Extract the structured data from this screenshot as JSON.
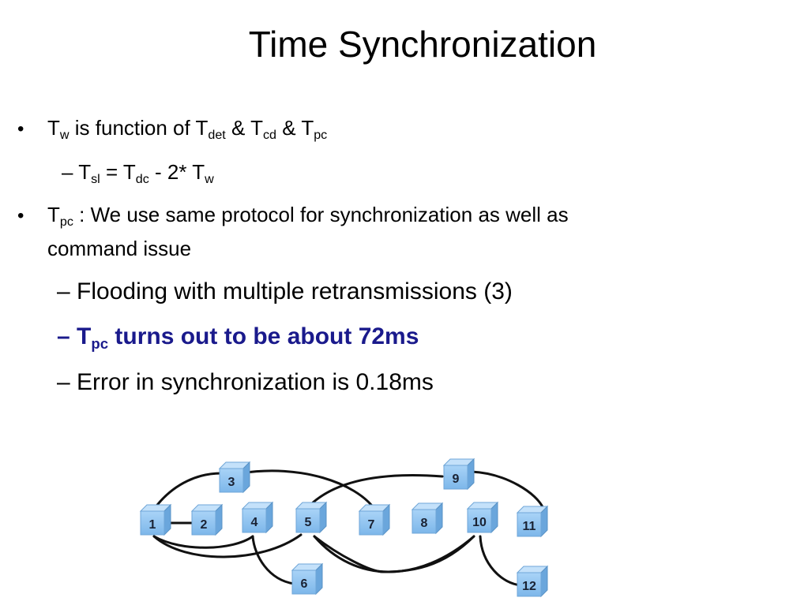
{
  "title": "Time Synchronization",
  "bullets": [
    {
      "text": "T",
      "sub": "w",
      "rest": " is function of  ",
      "parts": [
        {
          "t": "T",
          "s": "det"
        },
        {
          "t": " & T",
          "s": "cd"
        },
        {
          "t": " & T",
          "s": "pc"
        }
      ]
    },
    {
      "dash": "– ",
      "t1": "T",
      "s1": "sl",
      "t2": " = T",
      "s2": "dc",
      "t3": " - 2* T",
      "s3": "w"
    },
    {
      "t": "T",
      "s": "pc",
      "line1": " : We use same protocol for synchronization as well as",
      "line2": "command issue"
    }
  ],
  "sub_items": [
    "– Flooding with multiple retransmissions (3)",
    {
      "dash": "– ",
      "t": "T",
      "s": "pc",
      "rest": " turns out to be about 72ms"
    },
    "– Error in synchronization is 0.18ms"
  ],
  "bullet_char": "•",
  "network": {
    "nodes": [
      "1",
      "2",
      "3",
      "4",
      "5",
      "6",
      "7",
      "8",
      "9",
      "10",
      "11",
      "12"
    ],
    "cube_color": "#8fc3f0",
    "highlight_color": "#1a1a8c"
  }
}
